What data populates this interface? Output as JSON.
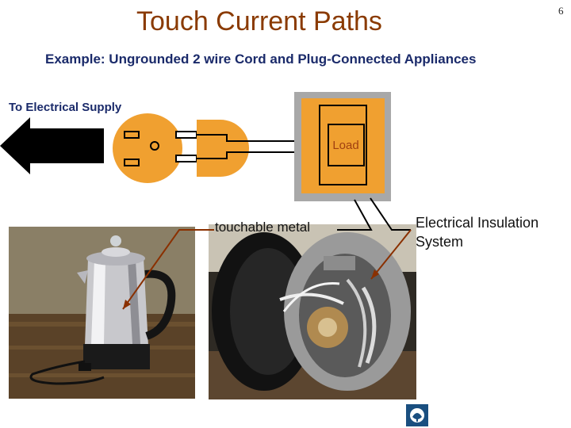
{
  "slide": {
    "title": "Touch Current Paths",
    "page_number": "6",
    "subtitle": "Example: Ungrounded 2 wire Cord and Plug-Connected Appliances"
  },
  "diagram": {
    "supply_label": "To Electrical Supply",
    "load_label": "Load",
    "colors": {
      "orange": "#f0a030",
      "brown_text": "#a04010",
      "gray_box": "#a8a8a8",
      "arrow": "#000000",
      "pointer": "#8a3000"
    }
  },
  "callouts": {
    "touchable_metal": "touchable metal",
    "insulation_line1": "Electrical Insulation",
    "insulation_line2": "System"
  },
  "photos": {
    "left_icon": "coffee-percolator-image",
    "right_icon": "appliance-interior-image"
  },
  "footer": {
    "logo_icon": "organization-logo-icon"
  }
}
